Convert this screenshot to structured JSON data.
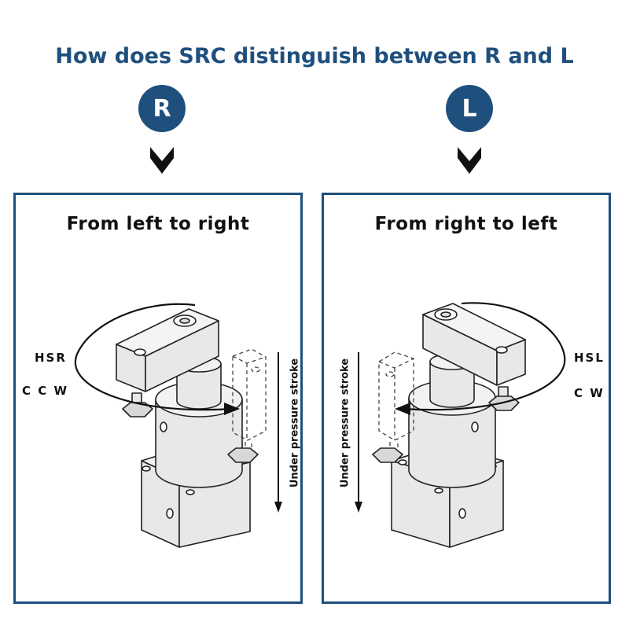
{
  "title": "How does SRC distinguish between R and L",
  "colors": {
    "accent": "#1f4f7d",
    "part_fill": "#e8e8e8",
    "outline": "#222222"
  },
  "left": {
    "badge": "R",
    "heading": "From left to right",
    "model": "HSR",
    "rotation": "C C W",
    "stroke_label": "Under pressure stroke"
  },
  "right": {
    "badge": "L",
    "heading": "From right to left",
    "model": "HSL",
    "rotation": "C W",
    "stroke_label": "Under pressure stroke"
  }
}
